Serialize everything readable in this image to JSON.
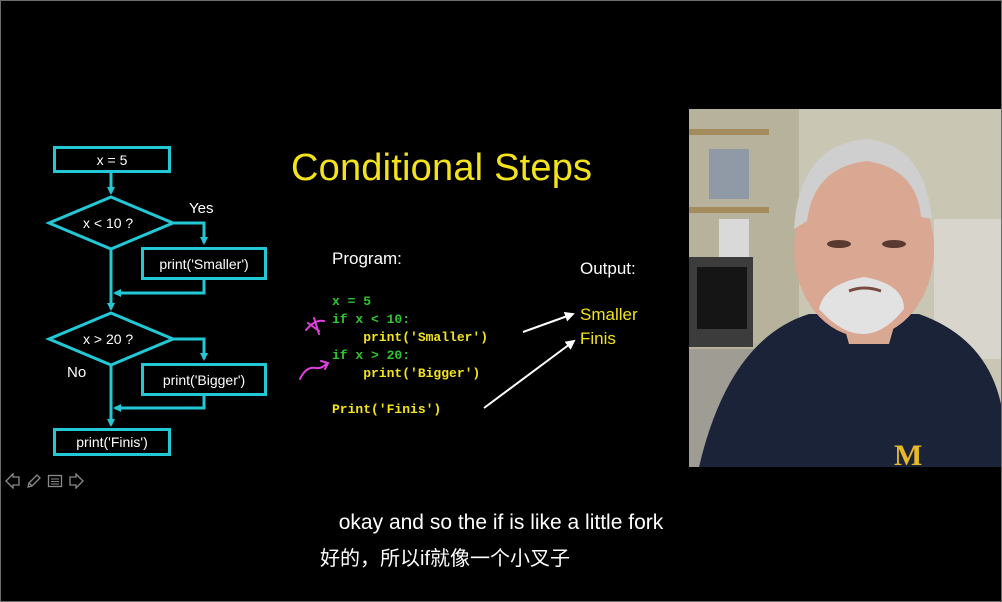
{
  "slide": {
    "title": "Conditional Steps",
    "flowchart": {
      "assign": "x = 5",
      "cond1": "x < 10 ?",
      "yes": "Yes",
      "print_smaller": "print('Smaller')",
      "cond2": "x > 20 ?",
      "no": "No",
      "print_bigger": "print('Bigger')",
      "print_finis": "print('Finis')"
    },
    "program_label": "Program:",
    "code_lines": [
      "x = 5",
      "if x < 10:",
      "    print('Smaller')",
      "if x > 20:",
      "    print('Bigger')",
      "Print('Finis')"
    ],
    "output_label": "Output:",
    "output_lines": [
      "Smaller",
      "Finis"
    ]
  },
  "captions": {
    "english": "okay and so the if is like a little fork",
    "chinese": "好的，所以if就像一个小叉子"
  },
  "nav_icons": [
    "back-arrow-icon",
    "pen-icon",
    "menu-icon",
    "forward-arrow-icon"
  ],
  "colors": {
    "flow_line": "#22c8d6",
    "title": "#f4e21a",
    "code_keyword": "#2fc52f",
    "code_string": "#f4e21a",
    "annotation": "#e040e0"
  }
}
